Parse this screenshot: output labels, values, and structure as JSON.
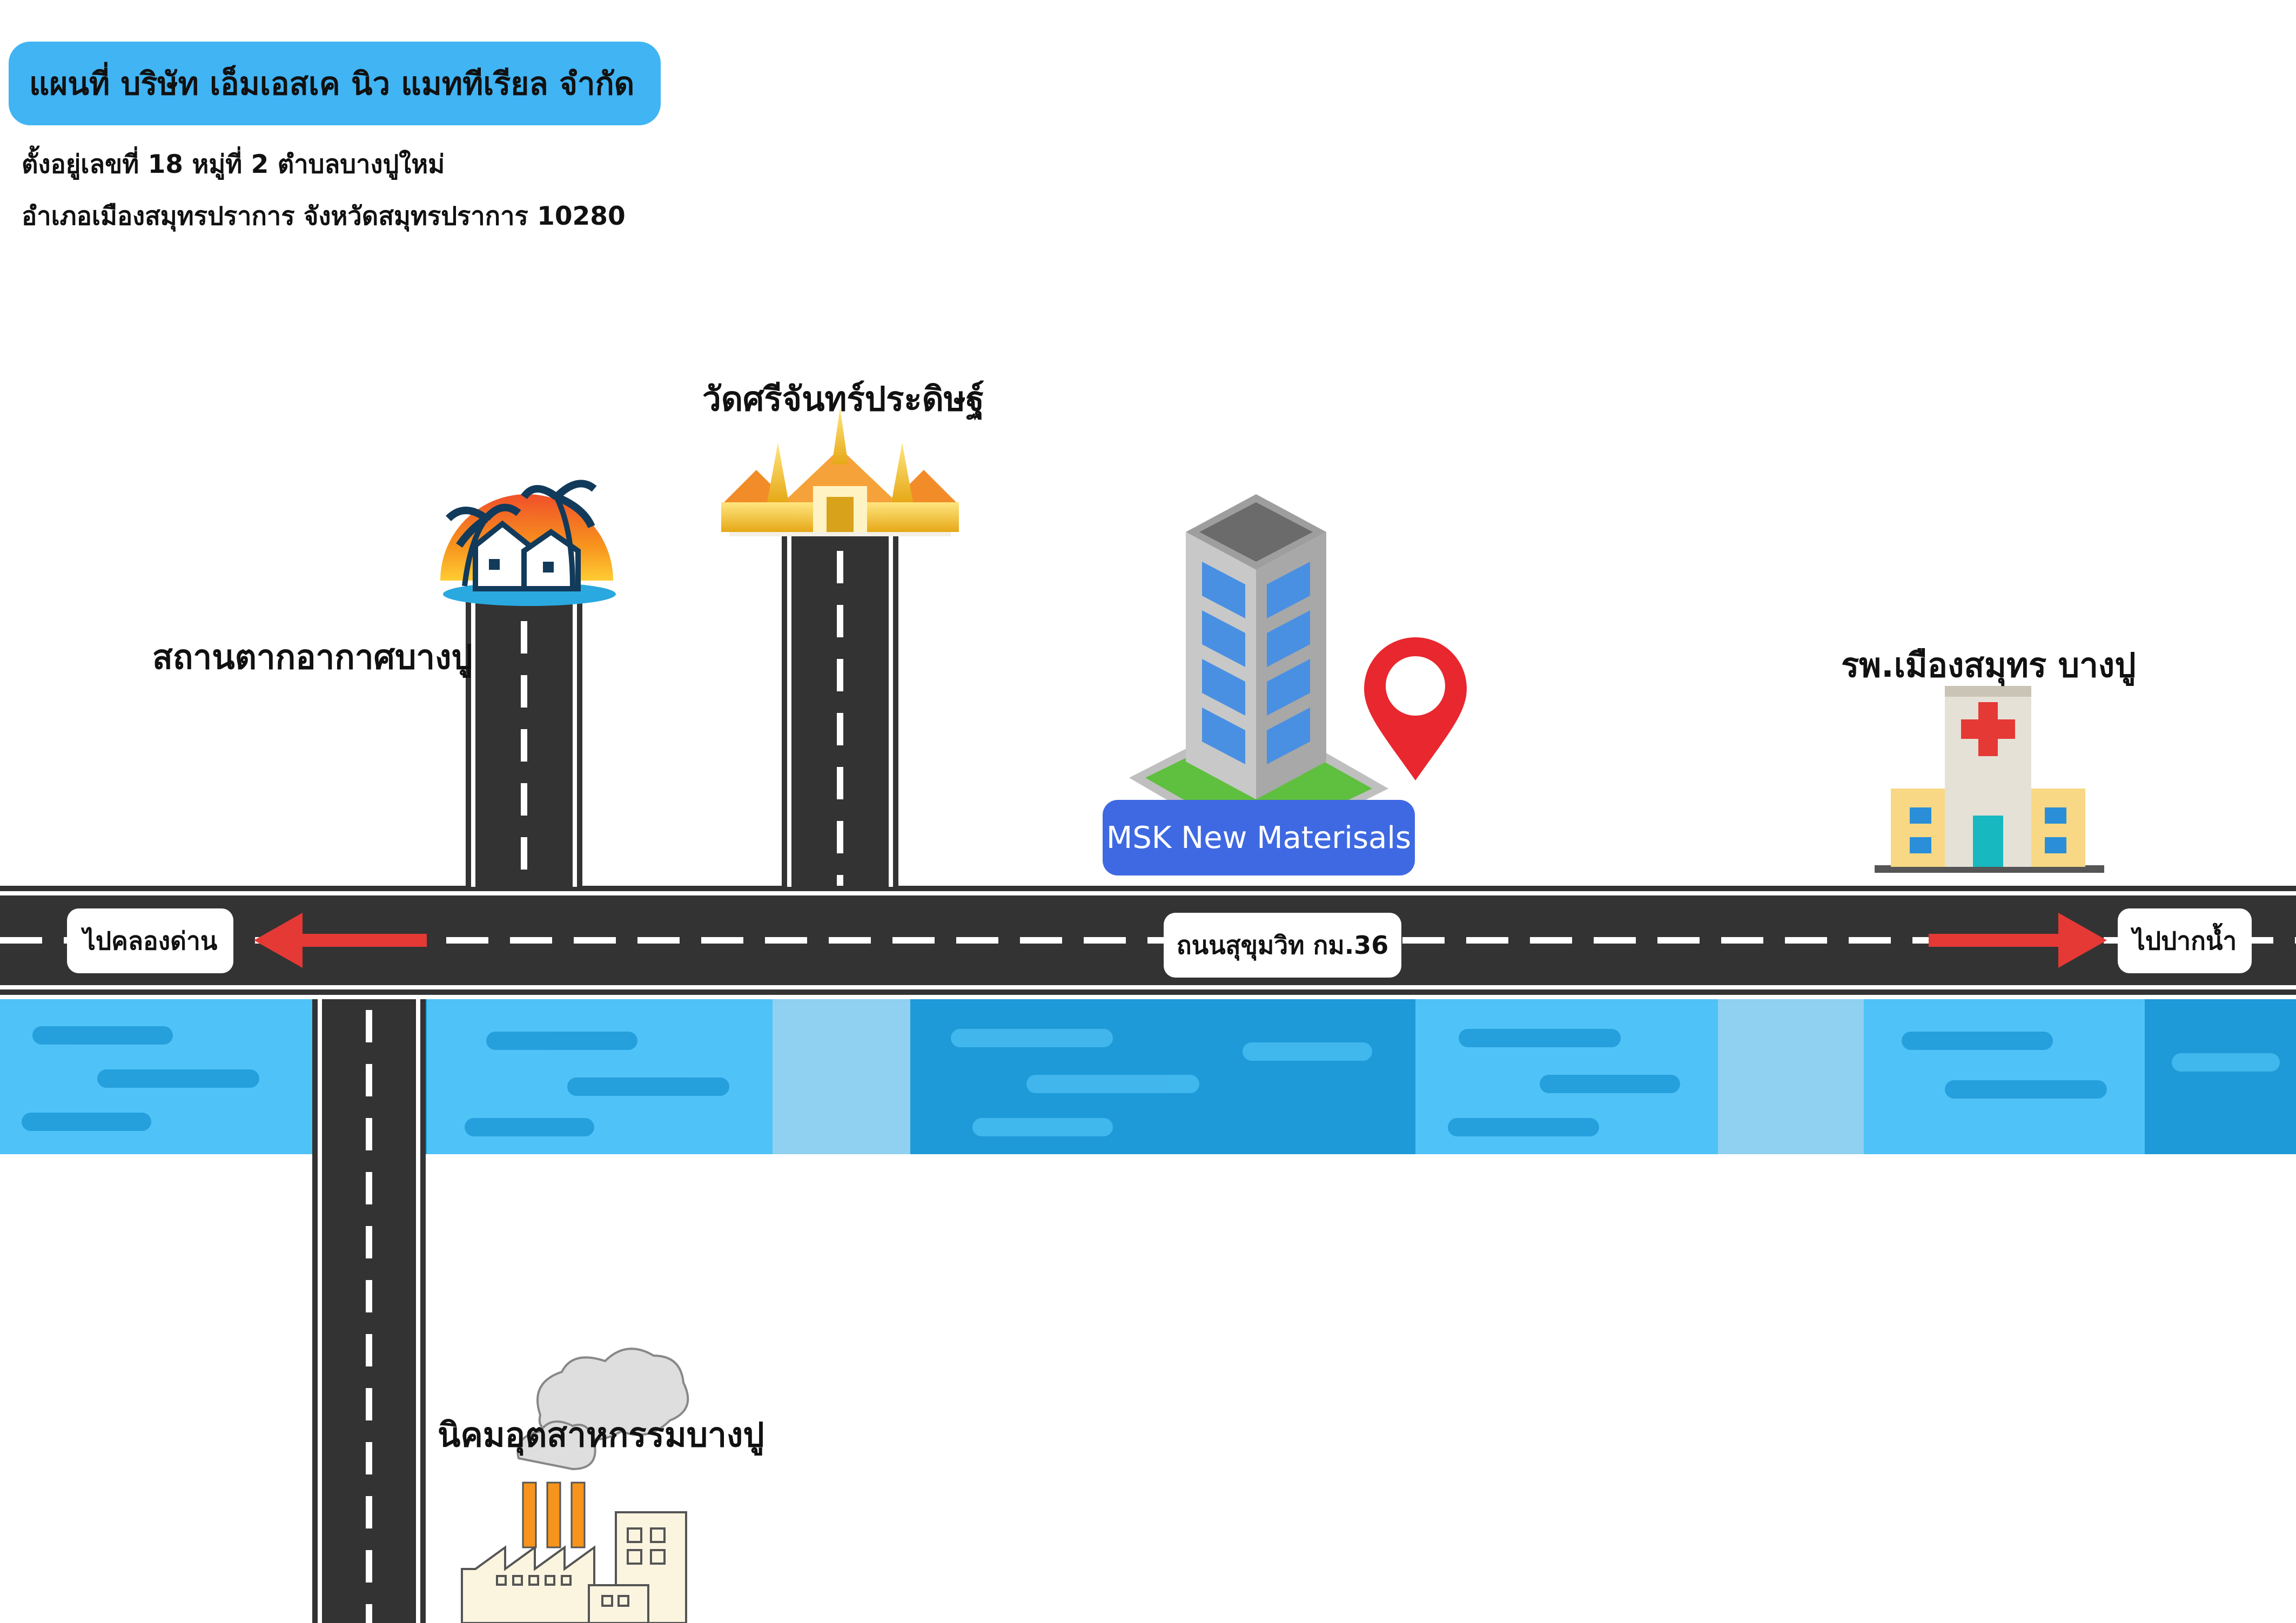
{
  "title": "แผนที่ บริษัท เอ็มเอสเค นิว แมททีเรียล จำกัด",
  "address": {
    "line1": "ตั้งอยู่เลขที่ 18 หมู่ที่ 2 ตำบลบางปูใหม่",
    "line2": "อำเภอเมืองสมุทรปราการ จังหวัดสมุทรปราการ 10280"
  },
  "landmarks": {
    "temple": "วัดศรีจันทร์ประดิษฐ์",
    "weather_station": "สถานตากอากาศบางปู",
    "hospital": "รพ.เมืองสมุทร บางปู",
    "industrial_estate": "นิคมอุตสาหกรรมบางปู"
  },
  "company_label": "MSK New Materisals",
  "road": {
    "name": "ถนนสุขุมวิท กม.36",
    "to_left": "ไปคลองด่าน",
    "to_right": "ไปปากน้ำ"
  },
  "colors": {
    "title_bg": "#41b4f4",
    "company_bg": "#3f69e2",
    "road": "#333333",
    "river_dark": "#1e9ad8",
    "river_light": "#4fc3f7",
    "arrow": "#e53935",
    "pin": "#e8272e"
  },
  "icons": [
    "beach-house-icon",
    "temple-icon",
    "building-icon",
    "location-pin-icon",
    "hospital-icon",
    "factory-icon",
    "arrow-left-icon",
    "arrow-right-icon"
  ]
}
